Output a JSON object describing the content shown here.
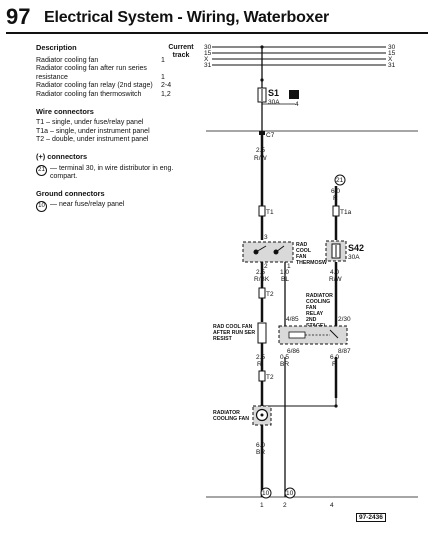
{
  "header": {
    "page_number": "97",
    "title": "Electrical System - Wiring, Waterboxer"
  },
  "legend": {
    "description_heading": "Description",
    "current_track_heading": "Current track",
    "items": [
      {
        "label": "Radiator cooling fan",
        "track": "1"
      },
      {
        "label": "Radiator cooling fan after run series resistance",
        "track": "1"
      },
      {
        "label": "Radiator cooling fan relay (2nd stage)",
        "track": "2-4"
      },
      {
        "label": "Radiator cooling fan thermoswitch",
        "track": "1,2"
      }
    ],
    "wire_connectors_heading": "Wire connectors",
    "wire_connectors": [
      "T1 – single, under fuse/relay panel",
      "T1a – single, under instrument panel",
      "T2 – double, under instrument panel"
    ],
    "plus_connectors_heading": "(+) connectors",
    "plus_connector": {
      "symbol": "21",
      "text": "— terminal 30, in wire distributor in eng. compart."
    },
    "ground_connectors_heading": "Ground connectors",
    "ground_connector": {
      "symbol": "10",
      "text": "— near fuse/relay panel"
    }
  },
  "diagram": {
    "bus_labels": [
      "30",
      "15",
      "X",
      "31"
    ],
    "fuse_s1": {
      "id": "S1",
      "rating": "30A"
    },
    "fuse_s42": {
      "id": "S42",
      "rating": "30A"
    },
    "relay_box_num": "4",
    "connector_c7": "C7",
    "connector_t1": "T1",
    "connector_t1a": "T1a",
    "connector_t2a": "T2",
    "connector_t2b": "T2",
    "plus_symbol": "21",
    "thermoswitch_label": [
      "RAD",
      "COOL",
      "FAN",
      "THERMOSW"
    ],
    "relay_label": [
      "RADIATOR",
      "COOLING",
      "FAN",
      "RELAY",
      "2ND",
      "STAGE)"
    ],
    "resist_label": [
      "RAD COOL FAN",
      "AFTER RUN SER",
      "RESIST"
    ],
    "fan_label": [
      "RADIATOR",
      "COOLING FAN"
    ],
    "wires": [
      {
        "size": "2.5",
        "color": "R/W"
      },
      {
        "size": "6.0",
        "color": "R"
      },
      {
        "size": "2.5",
        "color": "R/BK"
      },
      {
        "size": "1.0",
        "color": "BL"
      },
      {
        "size": "4.0",
        "color": "R/W"
      },
      {
        "size": "2.5",
        "color": "R"
      },
      {
        "size": "0.5",
        "color": "BR"
      },
      {
        "size": "6.0",
        "color": "R"
      },
      {
        "size": "6.0",
        "color": "BR"
      }
    ],
    "pin_labels": [
      "3",
      "2",
      "1",
      "4/85",
      "2/30",
      "6/86",
      "8/87"
    ],
    "ground_symbol": "10",
    "track_numbers": [
      "1",
      "2",
      "4"
    ],
    "doc_id": "97-2436"
  },
  "colors": {
    "ink": "#111111",
    "highlight": "#d9d9d9",
    "background": "#ffffff"
  }
}
